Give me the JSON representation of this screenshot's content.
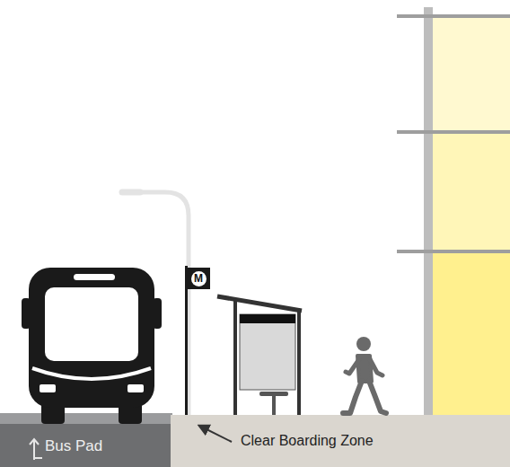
{
  "diagram": {
    "nodes": [
      {
        "text": [
          "M"
        ]
      },
      {
        "text": [
          "Bus Pad"
        ]
      }
    ],
    "labels": [
      "Clear Boarding Zone"
    ]
  }
}
